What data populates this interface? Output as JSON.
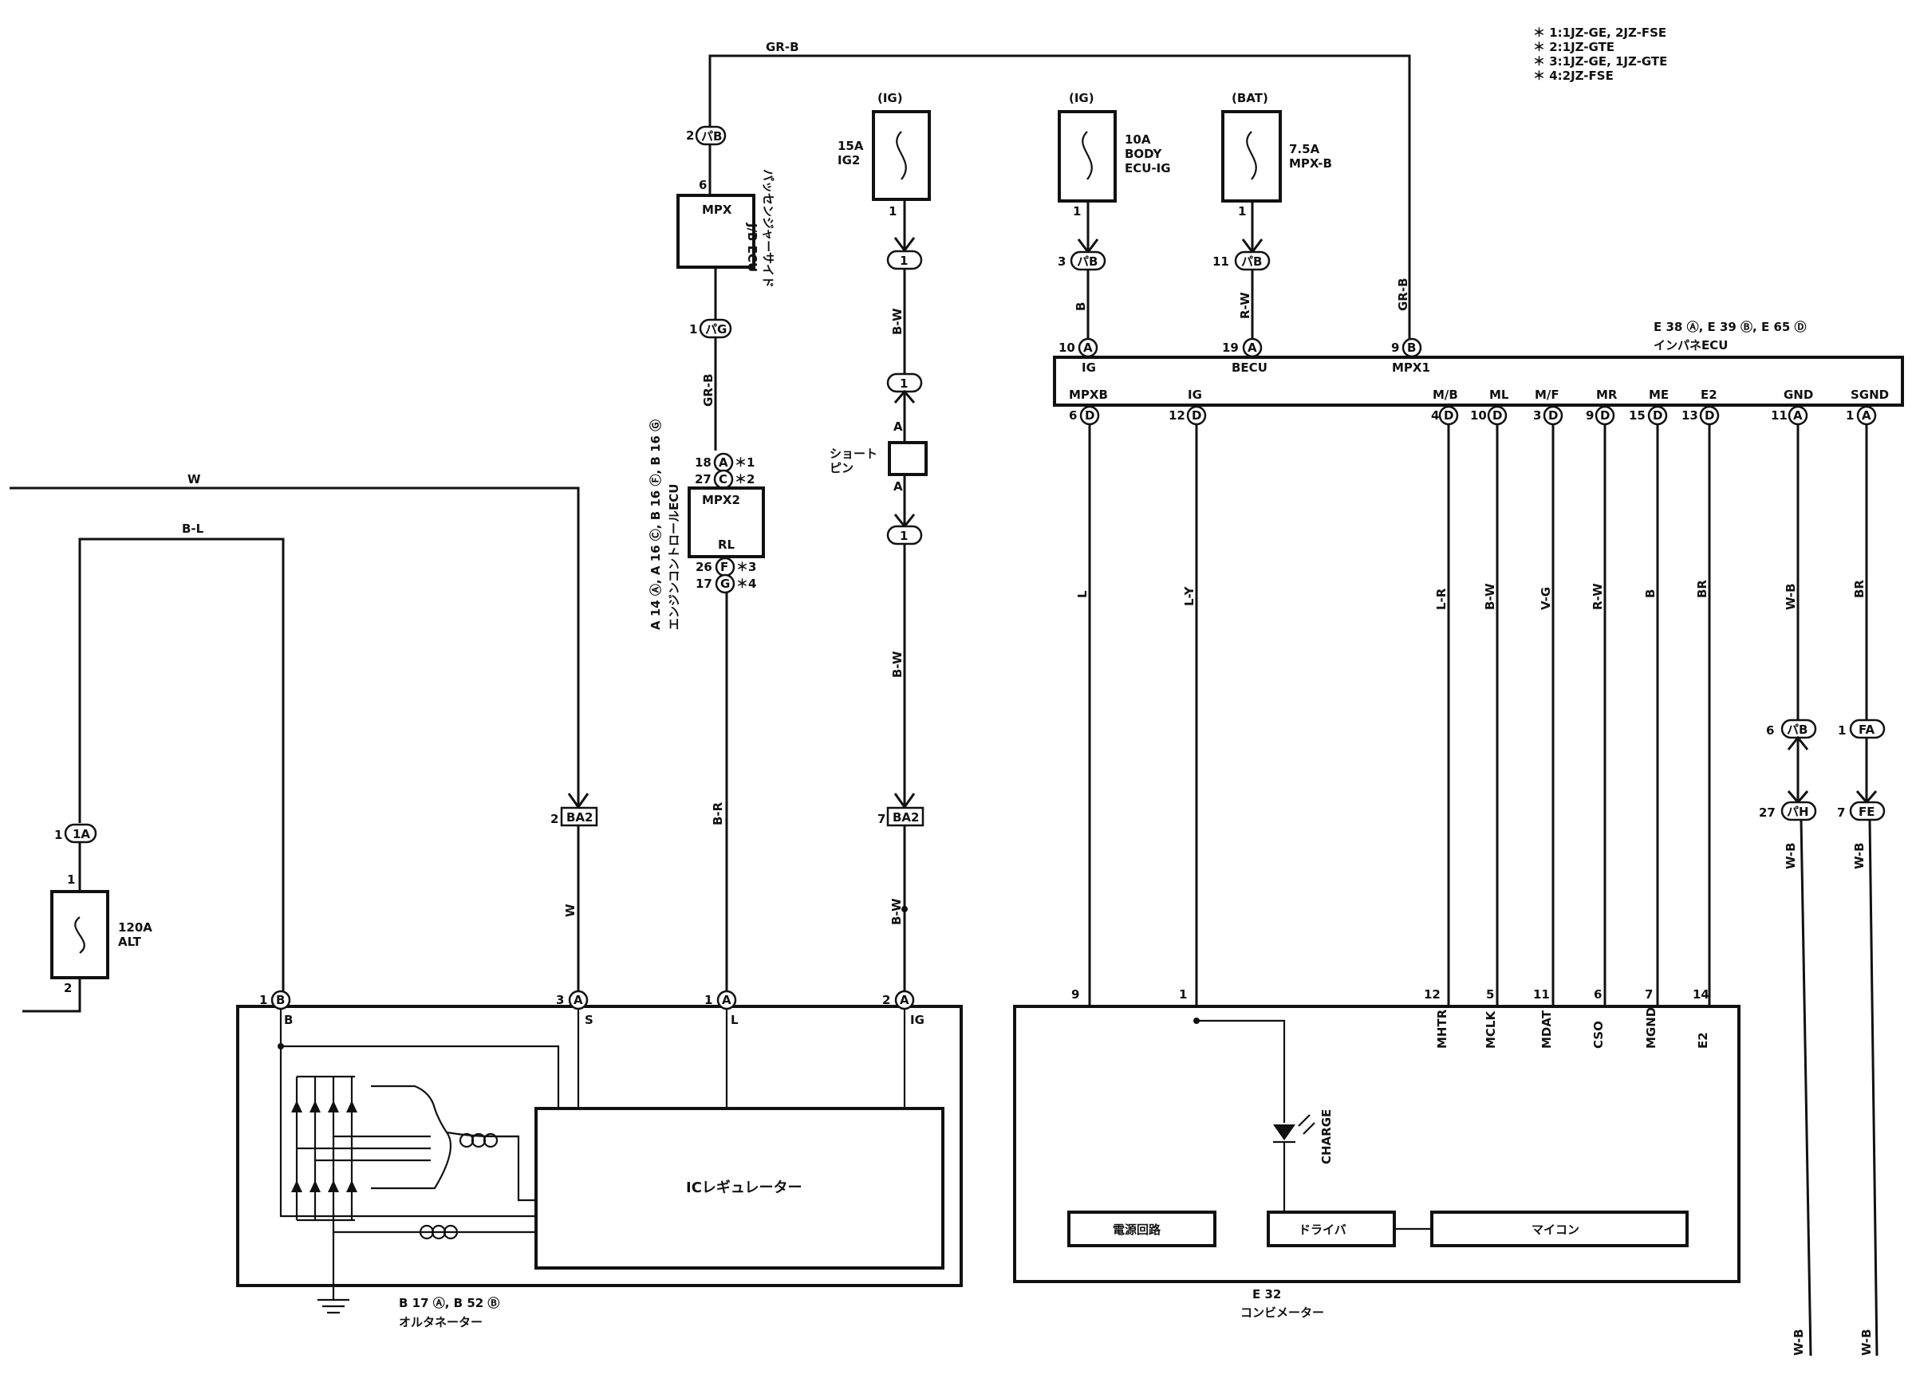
{
  "legend": [
    "＊ 1:1JZ-GE, 2JZ-FSE",
    "＊ 2:1JZ-GTE",
    "＊ 3:1JZ-GE, 1JZ-GTE",
    "＊ 4:2JZ-FSE"
  ],
  "wires": {
    "top_gr_b": "GR-B",
    "w_top": "W",
    "b_l": "B-L",
    "gr_b_vert": "GR-B",
    "b_r": "B-R",
    "w_s": "W",
    "b_w_1": "B-W",
    "b_w_2": "B-W",
    "b_w_3": "B-W",
    "b_ig": "B",
    "r_w_becu": "R-W",
    "gr_b_mpx1": "GR-B",
    "l": "L",
    "l_y": "L-Y",
    "l_r": "L-R",
    "b_w_ml": "B-W",
    "v_g": "V-G",
    "r_w_mr": "R-W",
    "b_me": "B",
    "br_e2": "BR",
    "w_b_gnd": "W-B",
    "br_sgnd": "BR",
    "w_b_low1": "W-B",
    "w_b_low2": "W-B",
    "w_b_end1": "W-B",
    "w_b_end2": "W-B"
  },
  "fuses": {
    "f15": {
      "amp": "15A",
      "name": "IG2",
      "src": "(IG)"
    },
    "f10": {
      "amp": "10A",
      "name1": "BODY",
      "name2": "ECU-IG",
      "src": "(IG)"
    },
    "f75": {
      "amp": "7.5A",
      "name": "MPX-B",
      "src": "(BAT)"
    },
    "f120": {
      "amp": "120A",
      "name": "ALT"
    }
  },
  "jb_ecu": {
    "box": "MPX",
    "label1": "パッセンジャーサイド",
    "label2": "J/B ECU",
    "pin_top": "6",
    "conn_top": "パB",
    "conn_top_pin": "2",
    "conn_bot": "パG",
    "conn_bot_pin": "1"
  },
  "engine_ecu": {
    "box1": "MPX2",
    "box2": "RL",
    "pins": [
      {
        "pin": "18",
        "c": "A",
        "note": "＊1"
      },
      {
        "pin": "27",
        "c": "C",
        "note": "＊2"
      },
      {
        "pin": "26",
        "c": "F",
        "note": "＊3"
      },
      {
        "pin": "17",
        "c": "G",
        "note": "＊4"
      }
    ],
    "label1": "A 14 Ⓐ, A 16 Ⓒ, B 16 Ⓕ, B 16 Ⓖ",
    "label2": "エンジンコントロールECU"
  },
  "short_pin": {
    "label1": "ショート",
    "label2": "ピン",
    "a": "A",
    "conn": "1"
  },
  "inpane_ecu": {
    "title": "インパネECU",
    "codes": "E 38 Ⓐ, E 39 Ⓑ, E 65 Ⓓ",
    "top_pins": [
      {
        "pin": "10",
        "c": "A",
        "name": "IG"
      },
      {
        "pin": "19",
        "c": "A",
        "name": "BECU"
      },
      {
        "pin": "9",
        "c": "B",
        "name": "MPX1"
      }
    ],
    "bottom_pins": [
      {
        "pin": "6",
        "c": "D",
        "name": "MPXB"
      },
      {
        "pin": "12",
        "c": "D",
        "name": "IG"
      },
      {
        "pin": "4",
        "c": "D",
        "name": "M/B"
      },
      {
        "pin": "10",
        "c": "D",
        "name": "ML"
      },
      {
        "pin": "3",
        "c": "D",
        "name": "M/F"
      },
      {
        "pin": "9",
        "c": "D",
        "name": "MR"
      },
      {
        "pin": "15",
        "c": "D",
        "name": "ME"
      },
      {
        "pin": "13",
        "c": "D",
        "name": "E2"
      },
      {
        "pin": "11",
        "c": "A",
        "name": "GND"
      },
      {
        "pin": "1",
        "c": "A",
        "name": "SGND"
      }
    ]
  },
  "conns": {
    "f15_pin": "1",
    "f15_conn": "1",
    "f10_pin": "1",
    "f10_conn": "パB",
    "f10_conn_pin": "3",
    "f75_pin": "1",
    "f75_conn": "パB",
    "f75_conn_pin": "11",
    "ba2_s": "BA2",
    "ba2_s_pin": "2",
    "ba2_ig": "BA2",
    "ba2_ig_pin": "7",
    "alt_1a": "1A",
    "alt_1a_pin": "1",
    "fuse120_top": "1",
    "fuse120_bot": "2",
    "gnd_pb": "パB",
    "gnd_pb_pin": "6",
    "gnd_ph": "パH",
    "gnd_ph_pin": "27",
    "sgnd_fa": "FA",
    "sgnd_fa_pin": "1",
    "sgnd_fe": "FE",
    "sgnd_fe_pin": "7"
  },
  "alternator": {
    "pins": [
      {
        "pin": "1",
        "c": "B",
        "name": "B"
      },
      {
        "pin": "3",
        "c": "A",
        "name": "S"
      },
      {
        "pin": "1",
        "c": "A",
        "name": "L"
      },
      {
        "pin": "2",
        "c": "A",
        "name": "IG"
      }
    ],
    "regulator": "ICレギュレーター",
    "codes": "B 17 Ⓐ, B 52 Ⓑ",
    "title": "オルタネーター"
  },
  "meter": {
    "pins": [
      {
        "pin": "9",
        "name": ""
      },
      {
        "pin": "1",
        "name": ""
      },
      {
        "pin": "12",
        "name": "MHTR"
      },
      {
        "pin": "5",
        "name": "MCLK"
      },
      {
        "pin": "11",
        "name": "MDAT"
      },
      {
        "pin": "6",
        "name": "CSO"
      },
      {
        "pin": "7",
        "name": "MGND"
      },
      {
        "pin": "14",
        "name": "E2"
      }
    ],
    "power": "電源回路",
    "driver": "ドライバ",
    "micon": "マイコン",
    "charge": "CHARGE",
    "code": "E 32",
    "title": "コンビメーター"
  }
}
